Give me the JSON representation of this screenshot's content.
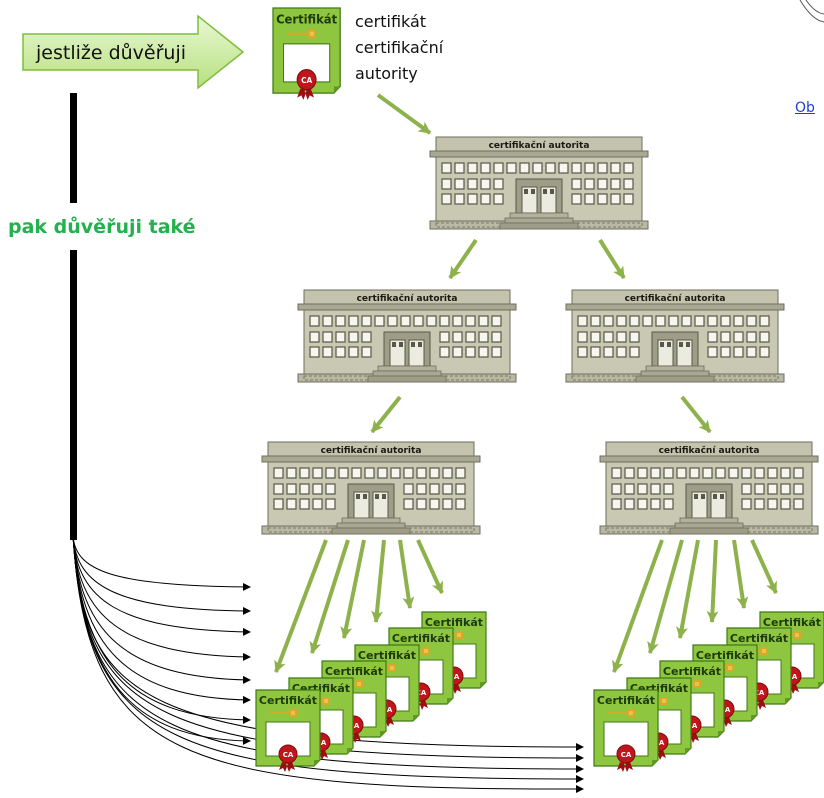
{
  "trust_arrow": {
    "label": "jestliže důvěřuji",
    "fill": "#c8ec9e",
    "stroke": "#7ebd3c"
  },
  "root_cert_caption": [
    "certifikát",
    "certifikační",
    "autority"
  ],
  "trust_also": {
    "label": "pak důvěřuji také",
    "color": "#22b14c"
  },
  "ca_label": "certifikační autorita",
  "cert_label": "Certifikát",
  "seal_text": "CA",
  "link_text": "Ob",
  "colors": {
    "green_arrow": "#8db14b",
    "cert_fill": "#8ec63f",
    "cert_stroke": "#3f7a14",
    "building": "#c4c3ad",
    "building_dark": "#7a7a66",
    "window": "#f4f4ec",
    "seal": "#c0151b",
    "link": "#1a3fd8"
  },
  "icons": [
    "building-icon",
    "certificate-icon",
    "key-icon",
    "seal-icon"
  ]
}
